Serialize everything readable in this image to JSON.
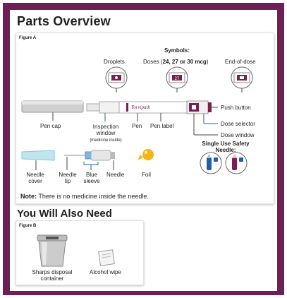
{
  "title": "Parts Overview",
  "figure_a": {
    "label": "Figure A",
    "symbols_title": "Symbols:",
    "symbols": {
      "droplets": "Droplets",
      "doses": "Doses (",
      "doses_bold": "24, 27 or 30 mcg",
      "doses_end": ")",
      "end_of_dose": "End-of-dose"
    },
    "parts": {
      "pen_cap": "Pen cap",
      "inspection_window": "Inspection window",
      "medicine_inside": "(medicine inside)",
      "pen": "Pen",
      "pen_label": "Pen label",
      "push_button": "Push button",
      "dose_selector": "Dose selector",
      "dose_window": "Dose window",
      "needle_cover": "Needle cover",
      "needle_tip": "Needle tip",
      "blue_sleeve": "Blue sleeve",
      "needle": "Needle",
      "foil": "Foil",
      "single_use_title": "Single Use Safety Needle:"
    },
    "pen_brand": "Yorvipath",
    "note_bold": "Note:",
    "note_text": " There is no medicine inside the needle."
  },
  "section2": {
    "title": "You Will Also Need",
    "figure_b": {
      "label": "Figure B",
      "sharps": "Sharps disposal container",
      "alcohol_wipe": "Alcohol wipe"
    }
  },
  "colors": {
    "frame": "#6e2056",
    "accent_blue": "#1f5fa8",
    "maroon": "#7a1f4e",
    "foil_yellow": "#f2b616"
  }
}
